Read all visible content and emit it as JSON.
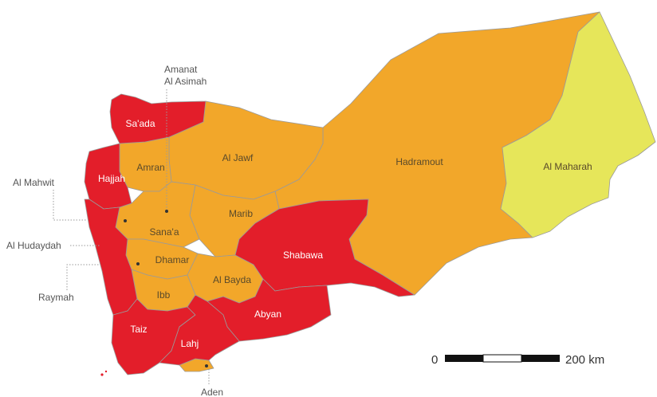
{
  "colors": {
    "red": "#e31e2a",
    "orange": "#f2a72a",
    "yellow": "#e6e65a",
    "border": "#9a9a9a",
    "label_dark": "#5a4a2a",
    "label_white": "#ffffff",
    "label_outside": "#555555"
  },
  "governorates": {
    "saada": "Sa'ada",
    "hajjah": "Hajjah",
    "amran": "Amran",
    "al_jawf": "Al Jawf",
    "hadramout": "Hadramout",
    "al_maharah": "Al Maharah",
    "marib": "Marib",
    "sanaa": "Sana'a",
    "shabawa": "Shabawa",
    "dhamar": "Dhamar",
    "al_bayda": "Al Bayda",
    "ibb": "Ibb",
    "abyan": "Abyan",
    "taiz": "Taiz",
    "lahj": "Lahj"
  },
  "outside_labels": {
    "amanat_line1": "Amanat",
    "amanat_line2": "Al Asimah",
    "al_mahwit": "Al Mahwit",
    "al_hudaydah": "Al Hudaydah",
    "raymah": "Raymah",
    "aden": "Aden"
  },
  "scale_bar": {
    "start_label": "0",
    "end_label": "200 km"
  }
}
